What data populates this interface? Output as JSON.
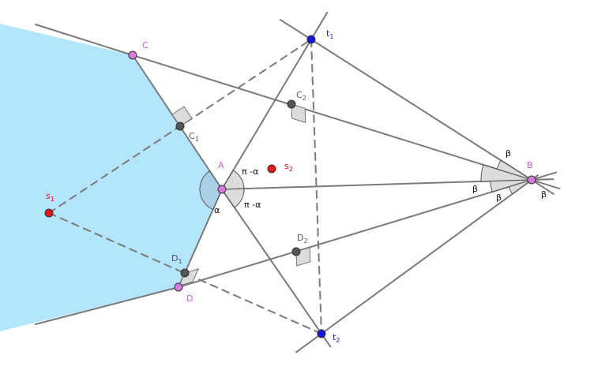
{
  "colors": {
    "region_fill": "#b3e5fc",
    "line": "#7a7a7a",
    "dashed": "#7a7a7a",
    "angle_fill": "#d6d6d6",
    "angle_fill_dark": "#a6cde3",
    "point_pink": "#d77be0",
    "point_dark": "#555555",
    "point_blue": "#1515e0",
    "point_red": "#e01818",
    "label_pink": "#c05cc8",
    "label_gray": "#555555",
    "label_blue": "#2020c0",
    "label_red": "#e01818",
    "label_black": "#111111"
  },
  "points": [
    {
      "id": "C",
      "label": "C",
      "color": "pink"
    },
    {
      "id": "A",
      "label": "A",
      "color": "pink"
    },
    {
      "id": "D",
      "label": "D",
      "color": "pink"
    },
    {
      "id": "B",
      "label": "B",
      "color": "pink"
    },
    {
      "id": "t1",
      "label": "t",
      "sub": "1",
      "color": "blue"
    },
    {
      "id": "t2",
      "label": "t",
      "sub": "2",
      "color": "blue"
    },
    {
      "id": "s1",
      "label": "s",
      "sub": "1",
      "color": "red"
    },
    {
      "id": "s2",
      "label": "s",
      "sub": "2",
      "color": "red"
    },
    {
      "id": "C1",
      "label": "C",
      "sub": "1",
      "color": "dark"
    },
    {
      "id": "C2",
      "label": "C",
      "sub": "2",
      "color": "dark"
    },
    {
      "id": "D1",
      "label": "D",
      "sub": "1",
      "color": "dark"
    },
    {
      "id": "D2",
      "label": "D",
      "sub": "2",
      "color": "dark"
    }
  ],
  "angle_labels": [
    {
      "id": "alpha",
      "text": "α"
    },
    {
      "id": "pi-alpha-top",
      "text": "π -α"
    },
    {
      "id": "pi-alpha-bottom",
      "text": "π -α"
    },
    {
      "id": "beta-top",
      "text": "β"
    },
    {
      "id": "beta-left",
      "text": "β"
    },
    {
      "id": "beta-right",
      "text": "β"
    },
    {
      "id": "beta-bottom",
      "text": "β"
    }
  ]
}
